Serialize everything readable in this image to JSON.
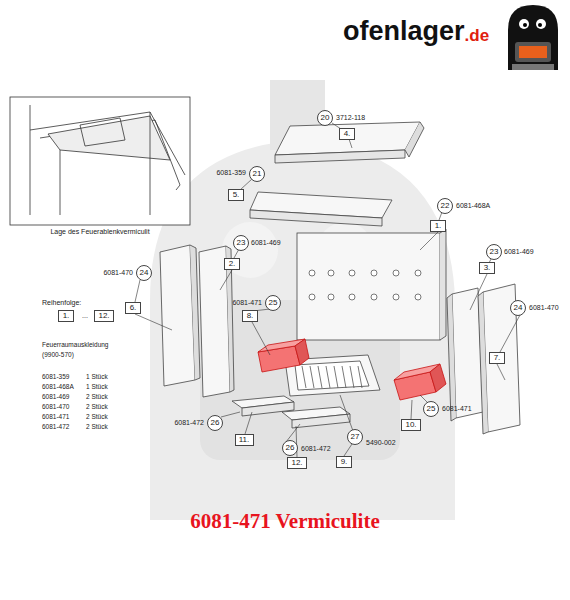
{
  "diagram": {
    "caption": "6081-471 Vermiculite",
    "nodes": [
      {
        "text": [
          "20"
        ]
      },
      {
        "text": [
          "4."
        ]
      },
      {
        "text": [
          "21"
        ]
      },
      {
        "text": [
          "5."
        ]
      },
      {
        "text": [
          "22"
        ]
      },
      {
        "text": [
          "1."
        ]
      },
      {
        "text": [
          "23"
        ]
      },
      {
        "text": [
          "23"
        ]
      },
      {
        "text": [
          "2."
        ]
      },
      {
        "text": [
          "3."
        ]
      },
      {
        "text": [
          "24"
        ]
      },
      {
        "text": [
          "24"
        ]
      },
      {
        "text": [
          "25"
        ]
      },
      {
        "text": [
          "6."
        ]
      },
      {
        "text": [
          "1."
        ]
      },
      {
        "text": [
          "12."
        ]
      },
      {
        "text": [
          "8."
        ]
      },
      {
        "text": [
          "7."
        ]
      },
      {
        "text": [
          "25"
        ]
      },
      {
        "text": [
          "26"
        ]
      },
      {
        "text": [
          "10."
        ]
      },
      {
        "text": [
          "27"
        ]
      },
      {
        "text": [
          "26"
        ]
      },
      {
        "text": [
          "11."
        ]
      },
      {
        "text": [
          "9."
        ]
      },
      {
        "text": [
          "12."
        ]
      }
    ],
    "edges": [],
    "labels": [
      "ofenlager",
      ".de",
      "Lage des Feuerablenkvermiculit",
      "3712-118",
      "6081-359",
      "6081-468A",
      "6081-469",
      "6081-469",
      "6081-470",
      "6081-470",
      "Reihenfolge:",
      "...",
      "Feuerraumauskleidung",
      "(9900-570)",
      "6081-359",
      "1 Stück",
      "6081-468A",
      "1 Stück",
      "6081-469",
      "2 Stück",
      "6081-470",
      "2 Stück",
      "6081-471",
      "2 Stück",
      "6081-472",
      "2 Stück",
      "6081-471",
      "6081-471",
      "5490-002",
      "6081-472",
      "6081-472"
    ]
  }
}
